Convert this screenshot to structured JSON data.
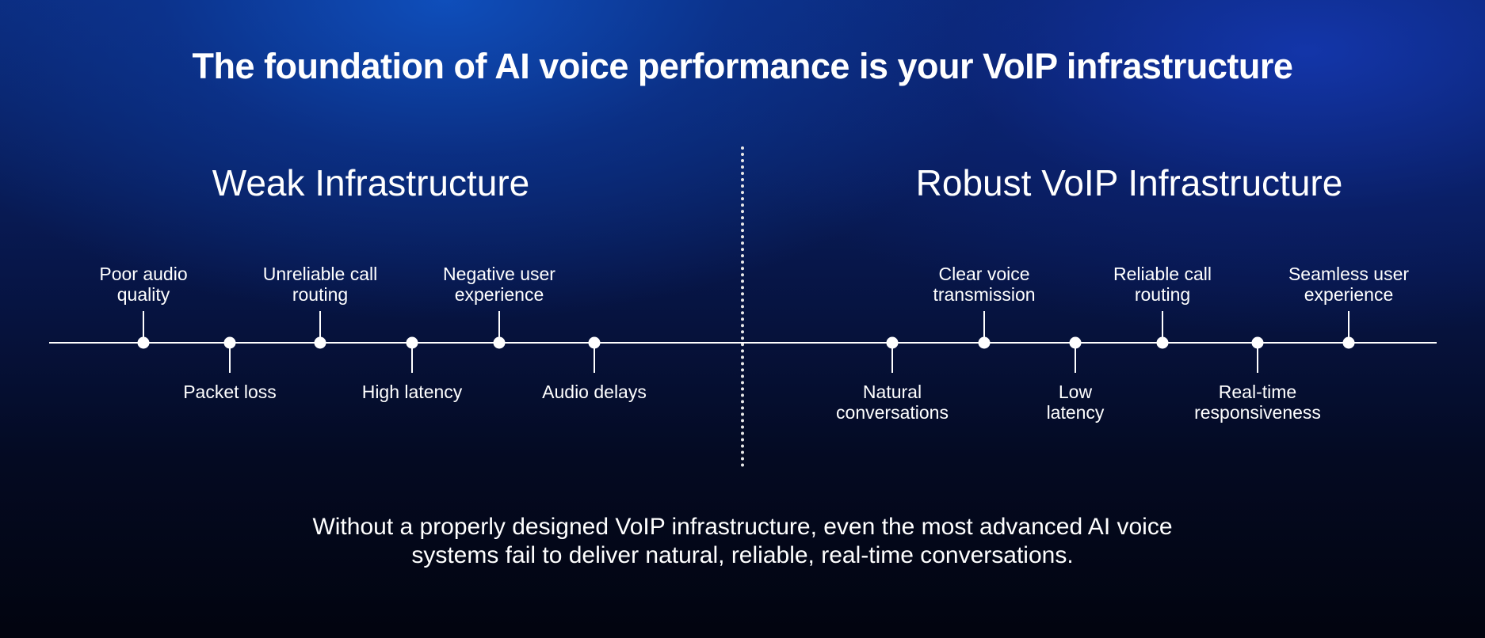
{
  "title": "The foundation of AI voice performance is your VoIP infrastructure",
  "left": {
    "heading": "Weak Infrastructure",
    "items": [
      {
        "label": "Poor audio\nquality"
      },
      {
        "label": "Packet loss"
      },
      {
        "label": "Unreliable call\nrouting"
      },
      {
        "label": "High latency"
      },
      {
        "label": "Negative user\nexperience"
      },
      {
        "label": "Audio delays"
      }
    ]
  },
  "right": {
    "heading": "Robust VoIP Infrastructure",
    "items": [
      {
        "label": "Natural\nconversations"
      },
      {
        "label": "Clear voice\ntransmission"
      },
      {
        "label": "Low\nlatency"
      },
      {
        "label": "Reliable call\nrouting"
      },
      {
        "label": "Real-time\nresponsiveness"
      },
      {
        "label": "Seamless user\nexperience"
      }
    ]
  },
  "footer": "Without a properly designed VoIP infrastructure, even the most advanced AI voice systems fail to deliver natural, reliable, real-time conversations.",
  "colors": {
    "background_top": "#0b2a7a",
    "background_bottom": "#02040f",
    "line": "#ffffff",
    "text": "#ffffff"
  }
}
